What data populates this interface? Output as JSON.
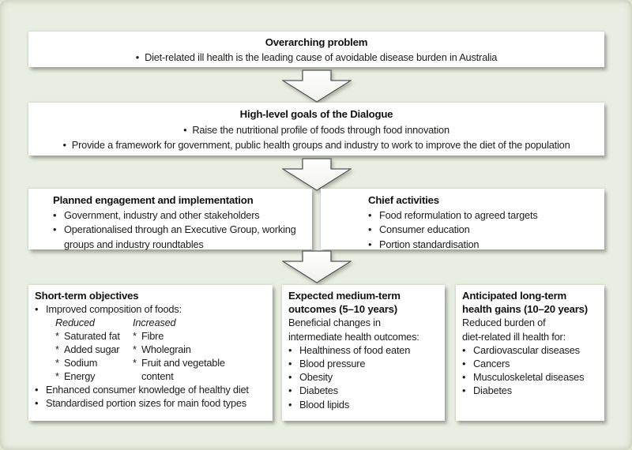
{
  "figure": {
    "overarching": {
      "title": "Overarching problem",
      "bullets": [
        "Diet-related ill health is the leading cause of avoidable disease burden in Australia"
      ]
    },
    "goals": {
      "title": "High-level goals of the Dialogue",
      "bullets": [
        "Raise the nutritional profile of foods through food innovation",
        "Provide a framework for government, public health groups and industry to work to improve the diet of the population"
      ]
    },
    "engagement": {
      "title": "Planned engagement and implementation",
      "bullets": [
        "Government, industry and other stakeholders",
        "Operationalised through an Executive Group, working groups and industry roundtables"
      ]
    },
    "activities": {
      "title": "Chief activities",
      "bullets": [
        "Food reformulation to agreed targets",
        "Consumer education",
        "Portion standardisation"
      ]
    },
    "short_term": {
      "title": "Short-term objectives",
      "bullet1": "Improved composition of foods:",
      "reduced_header": "Reduced",
      "increased_header": "Increased",
      "reduced_items": [
        "Saturated fat",
        "Added sugar",
        "Sodium",
        "Energy"
      ],
      "increased_items": [
        "Fibre",
        "Wholegrain",
        "Fruit and vegetable content"
      ],
      "bullet2": "Enhanced consumer knowledge of healthy diet",
      "bullet3": "Standardised portion sizes for main food types"
    },
    "medium_term": {
      "title_lines": [
        "Expected medium-term",
        "outcomes (5–10 years)"
      ],
      "intro_lines": [
        "Beneficial changes in",
        "intermediate health outcomes:"
      ],
      "bullets": [
        "Healthiness of food eaten",
        "Blood pressure",
        "Obesity",
        "Diabetes",
        "Blood lipids"
      ]
    },
    "long_term": {
      "title_lines": [
        "Anticipated long-term",
        "health gains (10–20 years)"
      ],
      "intro_lines": [
        "Reduced burden of",
        "diet-related ill health for:"
      ],
      "bullets": [
        "Cardiovascular diseases",
        "Cancers",
        "Musculoskeletal diseases",
        "Diabetes"
      ]
    }
  },
  "colors": {
    "background": "#e9eee2",
    "box_background": "#ffffff",
    "arrow_fill": "#ffffff",
    "arrow_outline": "#58595b",
    "shadow": "#64695a",
    "text": "#1d1d1b"
  }
}
